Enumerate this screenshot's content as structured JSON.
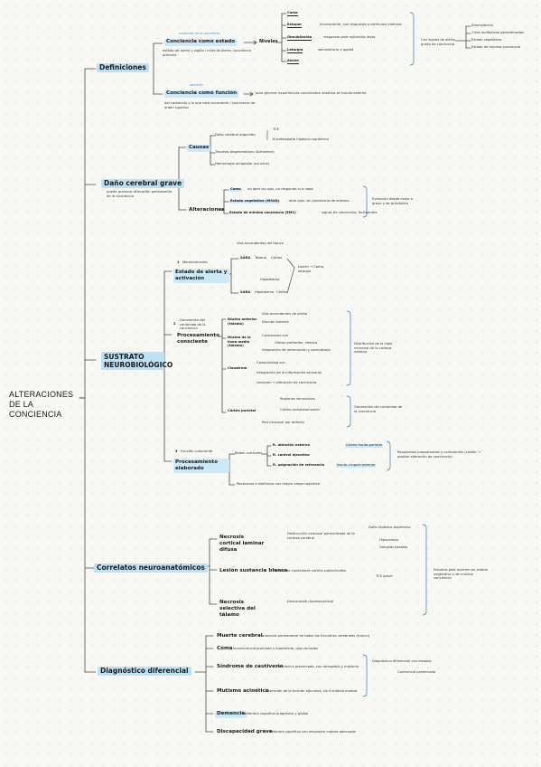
{
  "root": "ALTERACIONES DE LA CONCIENCIA",
  "colors": {
    "accent": "#bfe0f3",
    "highlight": "#cde8f6",
    "line": "#4a4a4a",
    "bracket": "#3a7fb5",
    "note": "#4a90c0"
  },
  "definiciones": {
    "title": "Definiciones",
    "estado": {
      "label": "Conciencia como estado",
      "note": "contenido de la conciencia",
      "def": "estado de alerta y vigilia / nivel de alerta, conciencia primaria",
      "niveles": "Niveles",
      "items": [
        {
          "label": "Coma",
          "desc": ""
        },
        {
          "label": "Estupor",
          "desc": "inconsciente, con respuesta a estímulos intensos"
        },
        {
          "label": "Obnubilación",
          "desc": "respuesta ante estímulos leves"
        },
        {
          "label": "Letargia",
          "desc": "somnolencia y apatía"
        },
        {
          "label": "Alerta",
          "desc": ""
        }
      ],
      "escala": "Con signos de alerta, grado de conciencia",
      "escala_items": [
        "Somnolencia",
        "Crisis epilépticas generalizadas",
        "Estado vegetativo",
        "Estado de mínima conciencia"
      ]
    },
    "funcion": {
      "label": "Conciencia como función",
      "note": "atención",
      "def": "del contenido y lo que está consciente / conciencia de orden superior",
      "desc": "para generar experiencias conscientes relativas al mundo externo"
    }
  },
  "dano": {
    "title": "Daño cerebral grave",
    "subtitle": "puede provocar alteración permanente de la conciencia",
    "causas": {
      "label": "Causas",
      "items": [
        "Daño cerebral adquirido",
        "Traumas degenerativos (Alzheimer)",
        "Hemorragia amigdalar (no ictus)"
      ],
      "extra": [
        "TCE",
        "Encefalopatía hipóxico-isquémica"
      ]
    },
    "alteraciones": {
      "label": "Alteraciones",
      "items": [
        {
          "label": "Coma",
          "desc": "no abre los ojos, no responde ni a nada"
        },
        {
          "label": "Estado vegetativo (MSVA)",
          "desc": "abre ojos, sin conciencia de entorno"
        },
        {
          "label": "Estado de mínima conciencia (EMC)",
          "desc": "signos de conciencia, fluctuantes"
        }
      ],
      "note": "Evolución desde coma a grave y de pronóstico"
    }
  },
  "sustrato": {
    "title": "SUSTRATO NEUROBIOLÓGICO",
    "alerta": {
      "num": "1",
      "tag": "Mantenimiento",
      "label": "Estado de alerta y activación",
      "top": "Vías ascendentes del tronco",
      "sara": "SARA",
      "sara_items": [
        "Tálamo",
        "Córtex"
      ],
      "mid": "Hipotálamo",
      "lower": "SARA",
      "lower_items": [
        "Hipotálamo",
        "Córtex"
      ],
      "out": "Lesión → Coma, letargia"
    },
    "conciencia": {
      "num": "2",
      "tag": "Generación del contenido de la conciencia",
      "label": "Procesamiento consciente",
      "groups": [
        {
          "label": "Núcleo anterior (tálamo)",
          "items": [
            "Vías ascendentes de alerta",
            "Sección anterior"
          ]
        },
        {
          "label": "Núcleo de la línea media (tálamo)",
          "items": [
            "Conexiones con",
            "Córtex prefrontal, límbico",
            "Integración de información y aprendizaje"
          ]
        },
        {
          "label": "Claustrum",
          "items": [
            "Conectividad con",
            "Integración de la información sensorial",
            "Lesiones → alteración de conciencia"
          ]
        },
        {
          "label": "Córtex parietal",
          "items": [
            "Regiones sensoriales",
            "Córtex somatosensorial",
            "Red neuronal por defecto"
          ]
        }
      ],
      "note1": "Distribución de la vigía neuronal de la corteza externa",
      "note2": "Generación del contenido de la conciencia"
    },
    "exp": {
      "num": "3",
      "tag": "Función consciente",
      "label": "Procesamiento elaborado",
      "via": "Redes corticales",
      "items": [
        "R. atención externa",
        "R. control ejecutivo",
        "R. asignación de relevancia"
      ],
      "side": [
        "Córtex fronto-parietal",
        "Ínsula, cíngulo anterior"
      ],
      "note": "Respuestas programadas y conscientes (Lesión → posible alteración de conciencia)",
      "bottom": "Respuesta a estímulos con mayor carga cognitiva"
    }
  },
  "correlatos": {
    "title": "Correlatos neuroanatómicos",
    "items": [
      {
        "label": "Necrosis cortical laminar difusa",
        "desc": "Destrucción neuronal generalizada de la corteza cerebral"
      },
      {
        "label": "Lesión sustancia blanca",
        "desc": "Pérdida de conexiones cortico-subcorticales"
      },
      {
        "label": "Necrosis selectiva del tálamo",
        "desc": "Desconexión talamocortical"
      }
    ],
    "side": [
      "Daño hipóxico-isquémico",
      "Hipocampo",
      "Ganglios basales",
      "TCE grave"
    ],
    "note": "Estudios post mortem en estado vegetativo y de mínima conciencia"
  },
  "diagnostico": {
    "title": "Diagnóstico diferencial",
    "items": [
      {
        "label": "Muerte cerebral",
        "desc": "ausencia permanente de todas las funciones cerebrales (tronco)"
      },
      {
        "label": "Coma",
        "desc": "inconsciencia profunda y mantenida, ojos cerrados"
      },
      {
        "label": "Síndrome de cautiverio",
        "desc": "conciencia preservada, con tetraplejia y mutismo"
      },
      {
        "label": "Mutismo acinético",
        "desc": "alteración de la función ejecutiva, sin iniciativa motora"
      },
      {
        "label": "Demencia",
        "desc": "deterioro cognitivo progresivo y global"
      },
      {
        "label": "Discapacidad grave",
        "desc": "deterioro cognitivo con respuesta motora adecuada"
      }
    ],
    "side": [
      "Diagnóstico diferencial con estados",
      "Conciencia preservada"
    ]
  }
}
